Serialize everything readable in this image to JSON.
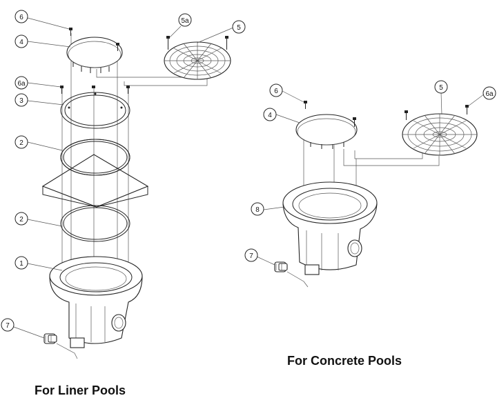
{
  "captions": {
    "liner": "For Liner Pools",
    "concrete": "For Concrete Pools"
  },
  "callouts": {
    "liner": [
      {
        "id": "c-6",
        "label": "6"
      },
      {
        "id": "c-4",
        "label": "4"
      },
      {
        "id": "c-5a",
        "label": "5a"
      },
      {
        "id": "c-5",
        "label": "5"
      },
      {
        "id": "c-6a",
        "label": "6a"
      },
      {
        "id": "c-3",
        "label": "3"
      },
      {
        "id": "c-2a",
        "label": "2"
      },
      {
        "id": "c-2b",
        "label": "2"
      },
      {
        "id": "c-1",
        "label": "1"
      },
      {
        "id": "c-7",
        "label": "7"
      }
    ],
    "concrete": [
      {
        "id": "k-6",
        "label": "6"
      },
      {
        "id": "k-4",
        "label": "4"
      },
      {
        "id": "k-5",
        "label": "5"
      },
      {
        "id": "k-6a",
        "label": "6a"
      },
      {
        "id": "k-8",
        "label": "8"
      },
      {
        "id": "k-7",
        "label": "7"
      }
    ]
  }
}
